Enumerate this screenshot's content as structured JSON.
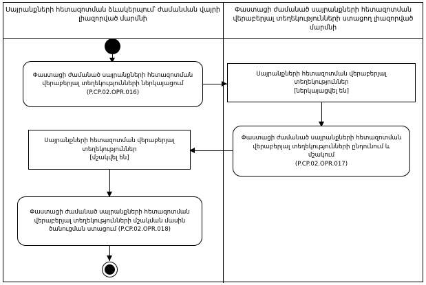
{
  "diagram": {
    "type": "activity-diagram",
    "lanes": [
      {
        "id": "left",
        "title": "Սայրանքների հետազոտման ձևակերպում՝ ժամանման վայրի լիազորված մարմնի"
      },
      {
        "id": "right",
        "title": "Փաստացի ժամանած սայրանքների հետազոտման վերաբերյալ տեղեկությունների ստացող լիազորված մարմնի"
      }
    ],
    "nodes": [
      {
        "id": "start",
        "kind": "start",
        "label": ""
      },
      {
        "id": "n1",
        "kind": "activity",
        "label": "Փաստացի ժամանած սայրանքների հետազոտման վերաբերյալ տեղեկությունների ներկայացում\n(P.CP.02.OPR.016)"
      },
      {
        "id": "n2",
        "kind": "object",
        "label": "Սայրանքների հետազոտման վերաբերյալ տեղեկություններ\n[ներկայացվել են]"
      },
      {
        "id": "n3",
        "kind": "activity",
        "label": "Փաստացի ժամանած սայրանքների հետազոտման վերաբերյալ տեղեկությունների ընդունում և մշակում\n(P.CP.02.OPR.017)"
      },
      {
        "id": "n4",
        "kind": "object",
        "label": "Սայրանքների հետազոտման վերաբերյալ տեղեկություններ\n[մշակվել են]"
      },
      {
        "id": "n5",
        "kind": "activity",
        "label": "Փաստացի ժամանած սայրանքների հետազոտման վերաբերյալ տեղեկությունների մշակման մասին ծանուցման ստացում (P.CP.02.OPR.018)"
      },
      {
        "id": "end",
        "kind": "end",
        "label": ""
      }
    ],
    "flows": [
      {
        "from": "start",
        "to": "n1"
      },
      {
        "from": "n1",
        "to": "n2"
      },
      {
        "from": "n2",
        "to": "n3"
      },
      {
        "from": "n3",
        "to": "n4"
      },
      {
        "from": "n4",
        "to": "n5"
      },
      {
        "from": "n5",
        "to": "end"
      }
    ]
  }
}
